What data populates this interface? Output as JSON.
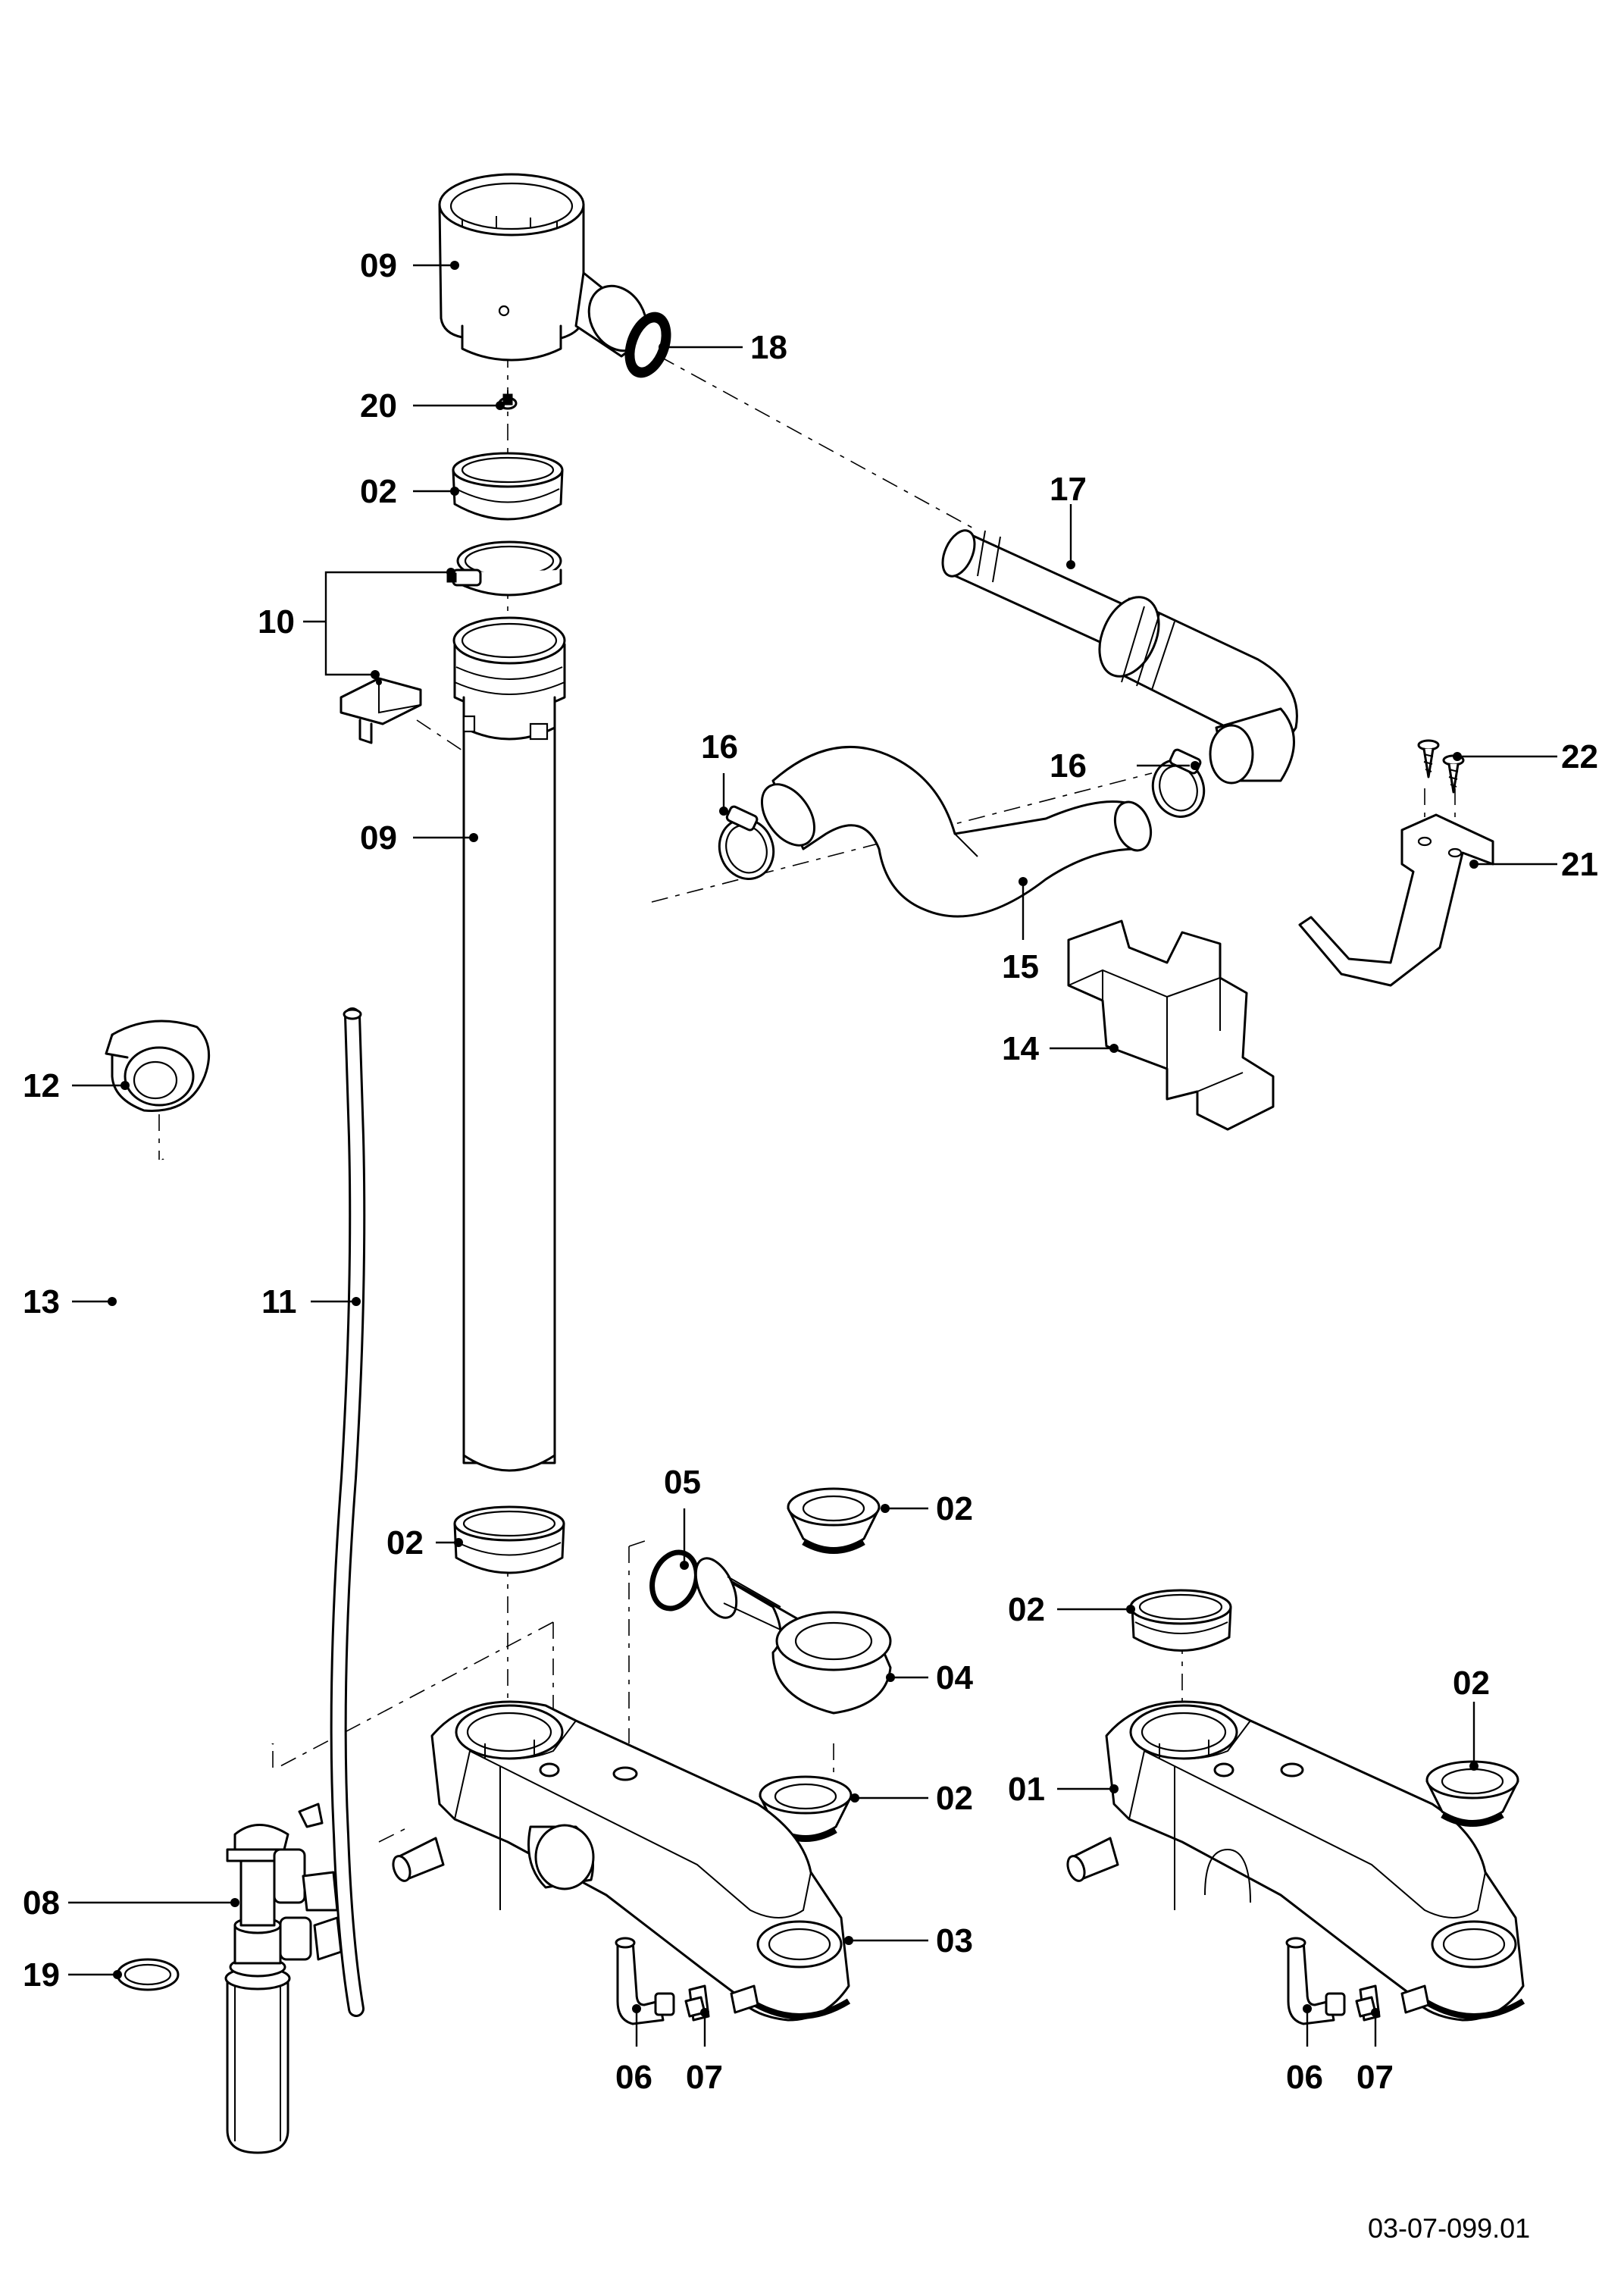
{
  "callouts": {
    "c09_top": "09",
    "c18": "18",
    "c20": "20",
    "c02_a": "02",
    "c10": "10",
    "c09_tube": "09",
    "c17": "17",
    "c16_left": "16",
    "c16_right": "16",
    "c22": "22",
    "c21": "21",
    "c15": "15",
    "c14": "14",
    "c12": "12",
    "c13": "13",
    "c11": "11",
    "c05": "05",
    "c02_b": "02",
    "c02_c": "02",
    "c02_d": "02",
    "c02_e": "02",
    "c02_f": "02",
    "c04": "04",
    "c01": "01",
    "c03": "03",
    "c08": "08",
    "c19": "19",
    "c06_left": "06",
    "c07_left": "07",
    "c06_right": "06",
    "c07_right": "07"
  },
  "drawing_ref": "03-07-099.01"
}
